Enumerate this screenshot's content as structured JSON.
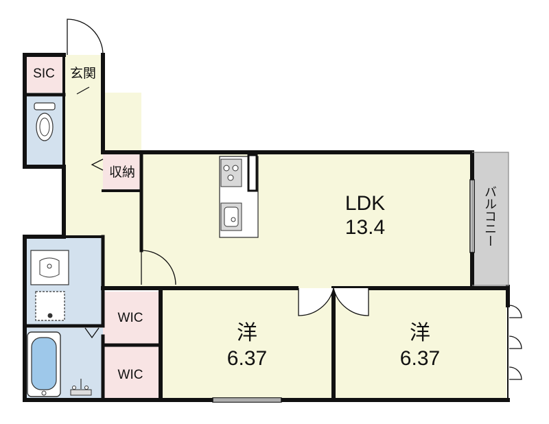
{
  "rooms": {
    "sic": {
      "label": "SIC"
    },
    "entrance": {
      "label": "玄関"
    },
    "storage": {
      "label": "収納"
    },
    "ldk": {
      "label": "LDK",
      "size": "13.4"
    },
    "balcony": {
      "label": "バルコニー"
    },
    "wic_1": {
      "label": "WIC"
    },
    "wic_2": {
      "label": "WIC"
    },
    "bedroom_1": {
      "label": "洋",
      "size": "6.37"
    },
    "bedroom_2": {
      "label": "洋",
      "size": "6.37"
    }
  },
  "colors": {
    "living_floor": "#f7f7dc",
    "storage_floor": "#f8e4e4",
    "wet_floor": "#d3e1ee",
    "balcony_floor": "#d0d0d0",
    "walls": "#111111"
  }
}
